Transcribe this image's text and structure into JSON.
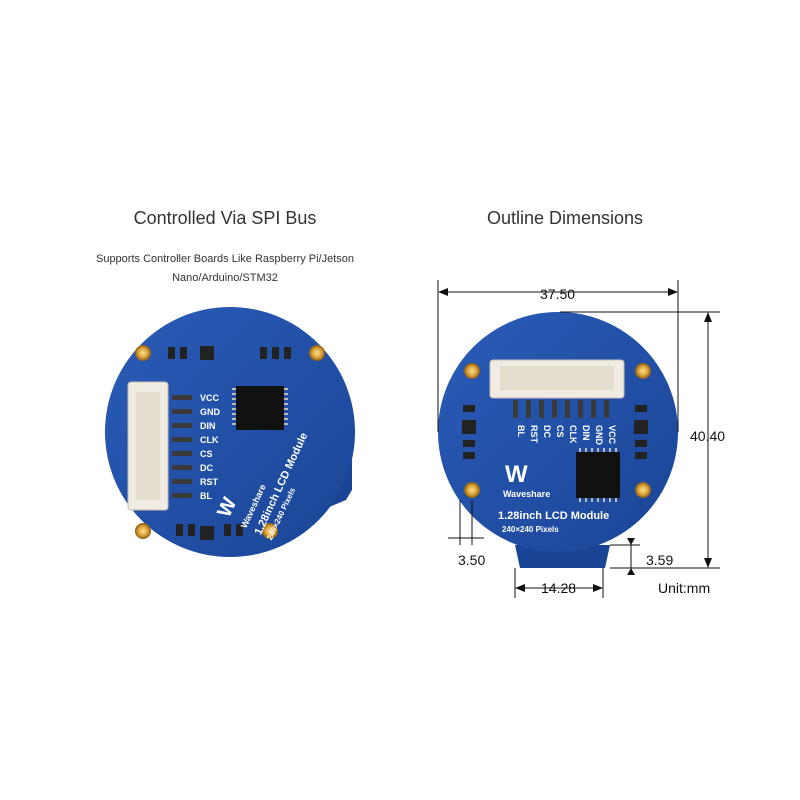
{
  "left": {
    "title": "Controlled Via SPI Bus",
    "subtitle_line1": "Supports Controller Boards Like Raspberry Pi/Jetson",
    "subtitle_line2": "Nano/Arduino/STM32",
    "pins": [
      "VCC",
      "GND",
      "DIN",
      "CLK",
      "CS",
      "DC",
      "RST",
      "BL"
    ],
    "brand": "Waveshare",
    "module_name": "1.28inch LCD Module",
    "pixels": "240×240 Pixels"
  },
  "right": {
    "title": "Outline Dimensions",
    "pins": [
      "VCC",
      "GND",
      "DIN",
      "CLK",
      "CS",
      "DC",
      "RST",
      "BL"
    ],
    "brand": "Waveshare",
    "module_name": "1.28inch LCD Module",
    "pixels": "240×240 Pixels",
    "dims": {
      "width": "37.50",
      "height": "40.40",
      "hole_offset": "3.50",
      "tab_height": "3.59",
      "tab_width": "14.28",
      "unit": "Unit:mm"
    }
  },
  "colors": {
    "board": "#1f4fa8",
    "board_dark": "#173e88",
    "gold": "#d9a03a",
    "connector": "#f1ece3"
  }
}
